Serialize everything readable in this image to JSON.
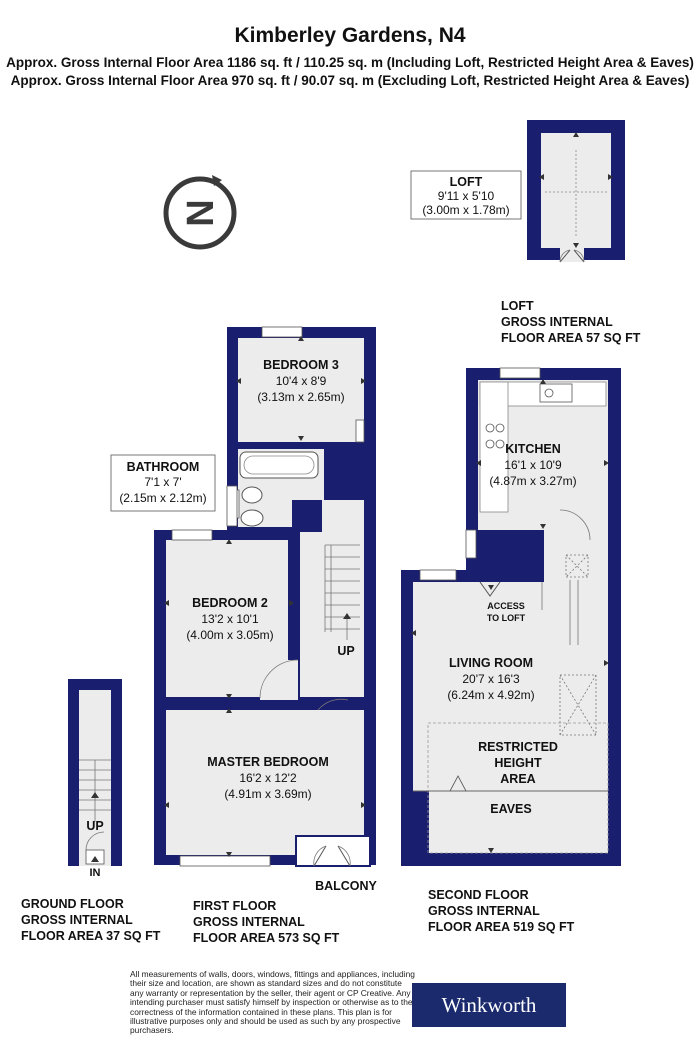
{
  "header": {
    "title": "Kimberley Gardens, N4",
    "area_incl": "Approx. Gross Internal Floor Area 1186 sq. ft / 110.25 sq. m (Including Loft, Restricted Height Area & Eaves)",
    "area_excl": "Approx. Gross Internal Floor Area 970 sq. ft / 90.07 sq. m (Excluding Loft, Restricted Height Area & Eaves)"
  },
  "compass": {
    "letter": "N",
    "icon": "compass-icon"
  },
  "rooms": {
    "loft": {
      "name": "LOFT",
      "imperial": "9'11 x 5'10",
      "metric": "(3.00m x 1.78m)"
    },
    "bedroom3": {
      "name": "BEDROOM 3",
      "imperial": "10'4 x 8'9",
      "metric": "(3.13m x 2.65m)"
    },
    "bathroom": {
      "name": "BATHROOM",
      "imperial": "7'1 x 7'",
      "metric": "(2.15m x 2.12m)"
    },
    "bedroom2": {
      "name": "BEDROOM 2",
      "imperial": "13'2 x 10'1",
      "metric": "(4.00m x 3.05m)"
    },
    "master": {
      "name": "MASTER BEDROOM",
      "imperial": "16'2 x 12'2",
      "metric": "(4.91m x 3.69m)"
    },
    "kitchen": {
      "name": "KITCHEN",
      "imperial": "16'1 x 10'9",
      "metric": "(4.87m x 3.27m)"
    },
    "living": {
      "name": "LIVING ROOM",
      "imperial": "20'7 x 16'3",
      "metric": "(6.24m x 4.92m)"
    },
    "restricted": {
      "line1": "RESTRICTED",
      "line2": "HEIGHT",
      "line3": "AREA"
    },
    "eaves": {
      "name": "EAVES"
    }
  },
  "markers": {
    "up_first": "UP",
    "up_ground": "UP",
    "in": "IN",
    "balcony": "BALCONY",
    "access_line1": "ACCESS",
    "access_line2": "TO LOFT"
  },
  "floors": {
    "loft": {
      "line1": "LOFT",
      "line2": "GROSS INTERNAL",
      "line3": "FLOOR AREA 57 SQ FT"
    },
    "ground": {
      "line1": "GROUND FLOOR",
      "line2": "GROSS INTERNAL",
      "line3": "FLOOR AREA 37 SQ FT"
    },
    "first": {
      "line1": "FIRST FLOOR",
      "line2": "GROSS INTERNAL",
      "line3": "FLOOR AREA 573 SQ FT"
    },
    "second": {
      "line1": "SECOND FLOOR",
      "line2": "GROSS INTERNAL",
      "line3": "FLOOR AREA 519 SQ FT"
    }
  },
  "footer": {
    "disclaimer": "All measurements of walls, doors, windows, fittings and appliances, including their size and location, are shown as standard sizes and do not constitute any warranty or representation by the seller, their agent or CP Creative. Any intending purchaser must satisfy himself by inspection or otherwise as to the correctness of the information contained in these plans. This plan is for illustrative purposes only and should be used as such by any prospective purchasers.",
    "brand": "Winkworth"
  },
  "colors": {
    "wall": "#1a1e6e",
    "floor": "#ececec",
    "line": "#555555",
    "brand_bg": "#1a2a6c"
  }
}
